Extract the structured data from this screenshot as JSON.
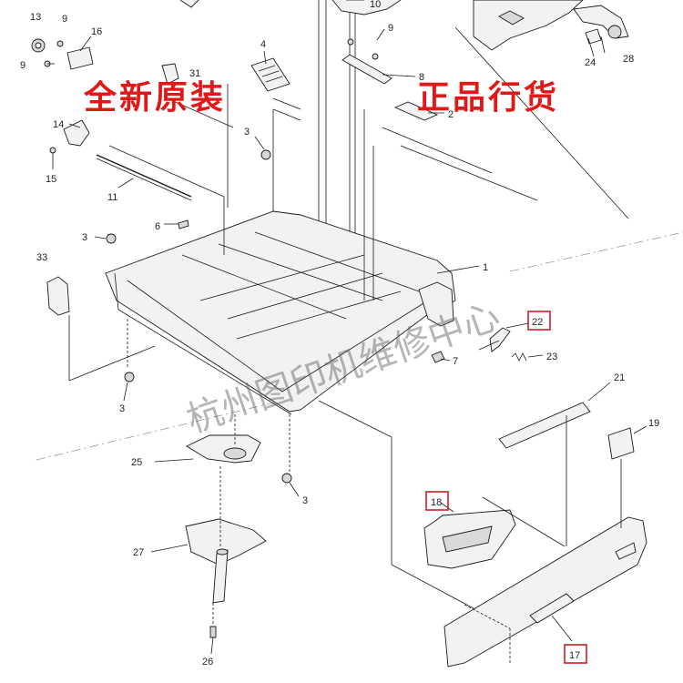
{
  "callouts": {
    "c1": "1",
    "c2": "2",
    "c3a": "3",
    "c3b": "3",
    "c3c": "3",
    "c3d": "3",
    "c4": "4",
    "c6": "6",
    "c7": "7",
    "c8": "8",
    "c9a": "9",
    "c9b": "9",
    "c9c": "9",
    "c10": "10",
    "c11": "11",
    "c13": "13",
    "c14": "14",
    "c15": "15",
    "c16": "16",
    "c17": "17",
    "c18": "18",
    "c19": "19",
    "c21": "21",
    "c22": "22",
    "c23": "23",
    "c24": "24",
    "c25": "25",
    "c26": "26",
    "c27": "27",
    "c28": "28",
    "c33": "33",
    "c31": "31"
  },
  "banner_left": "全新原装",
  "banner_right": "正品行货",
  "watermark": "杭州图印机维修中心",
  "colors": {
    "banner": "#e01818",
    "highlight_box": "#d21e1e",
    "line": "#1a1a1a"
  }
}
